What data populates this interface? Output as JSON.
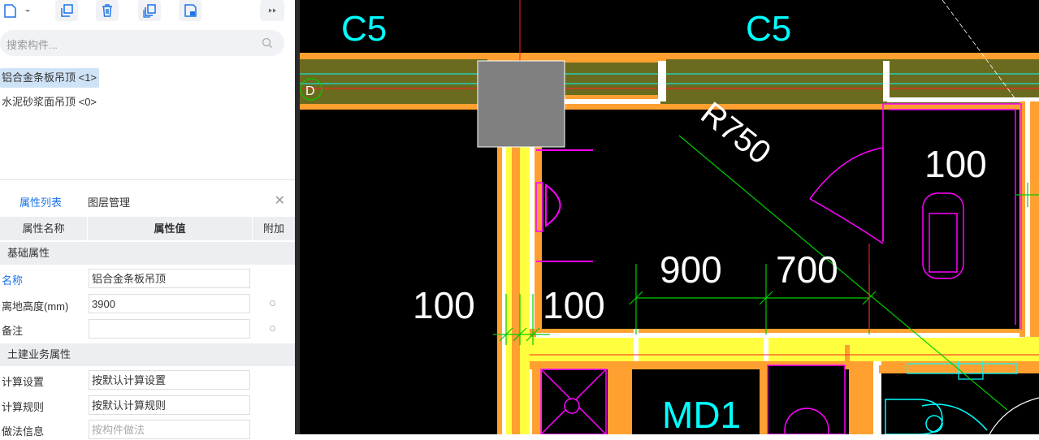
{
  "toolbar": {
    "buttons": [
      {
        "name": "new-button",
        "icon": "new-file-icon"
      },
      {
        "name": "copy-button",
        "icon": "copy-icon"
      },
      {
        "name": "delete-button",
        "icon": "trash-icon"
      },
      {
        "name": "layer-copy-button",
        "icon": "layer-copy-icon"
      },
      {
        "name": "save-button",
        "icon": "save-icon"
      },
      {
        "name": "more-button",
        "icon": "double-chevron-right-icon"
      }
    ]
  },
  "search": {
    "placeholder": "搜索构件..."
  },
  "components": [
    {
      "label": "铝合金条板吊顶 <1>",
      "selected": true
    },
    {
      "label": "水泥砂浆面吊顶 <0>",
      "selected": false
    }
  ],
  "props_panel": {
    "tabs": [
      "属性列表",
      "图层管理"
    ],
    "headers": {
      "name": "属性名称",
      "value": "属性值",
      "extra": "附加"
    },
    "groups": {
      "basic": "基础属性",
      "civil": "土建业务属性"
    },
    "rows": {
      "name": {
        "label": "名称",
        "value": "铝合金条板吊顶"
      },
      "height": {
        "label": "离地高度(mm)",
        "value": "3900"
      },
      "remark": {
        "label": "备注",
        "value": ""
      },
      "calc_setting": {
        "label": "计算设置",
        "value": "按默认计算设置"
      },
      "calc_rule": {
        "label": "计算规则",
        "value": "按默认计算规则"
      },
      "method": {
        "label": "做法信息",
        "placeholder": "按构件做法"
      }
    }
  },
  "canvas": {
    "labels": {
      "c5_left": "C5",
      "c5_right": "C5",
      "axis_d": "D",
      "r750": "R750",
      "dim_100_top": "100",
      "dim_900": "900",
      "dim_700": "700",
      "dim_100_left": "100",
      "dim_100_mid": "100",
      "md1": "MD1"
    },
    "colors": {
      "background": "#000000",
      "wall_fill": "#ffa030",
      "wall_inner": "#ffff40",
      "slab": "#6b6b1f",
      "magenta": "#ff00ff",
      "cyan": "#00ffff",
      "green": "#00cc00",
      "white": "#ffffff",
      "red": "#ff2020",
      "grey_block": "#808080"
    }
  }
}
